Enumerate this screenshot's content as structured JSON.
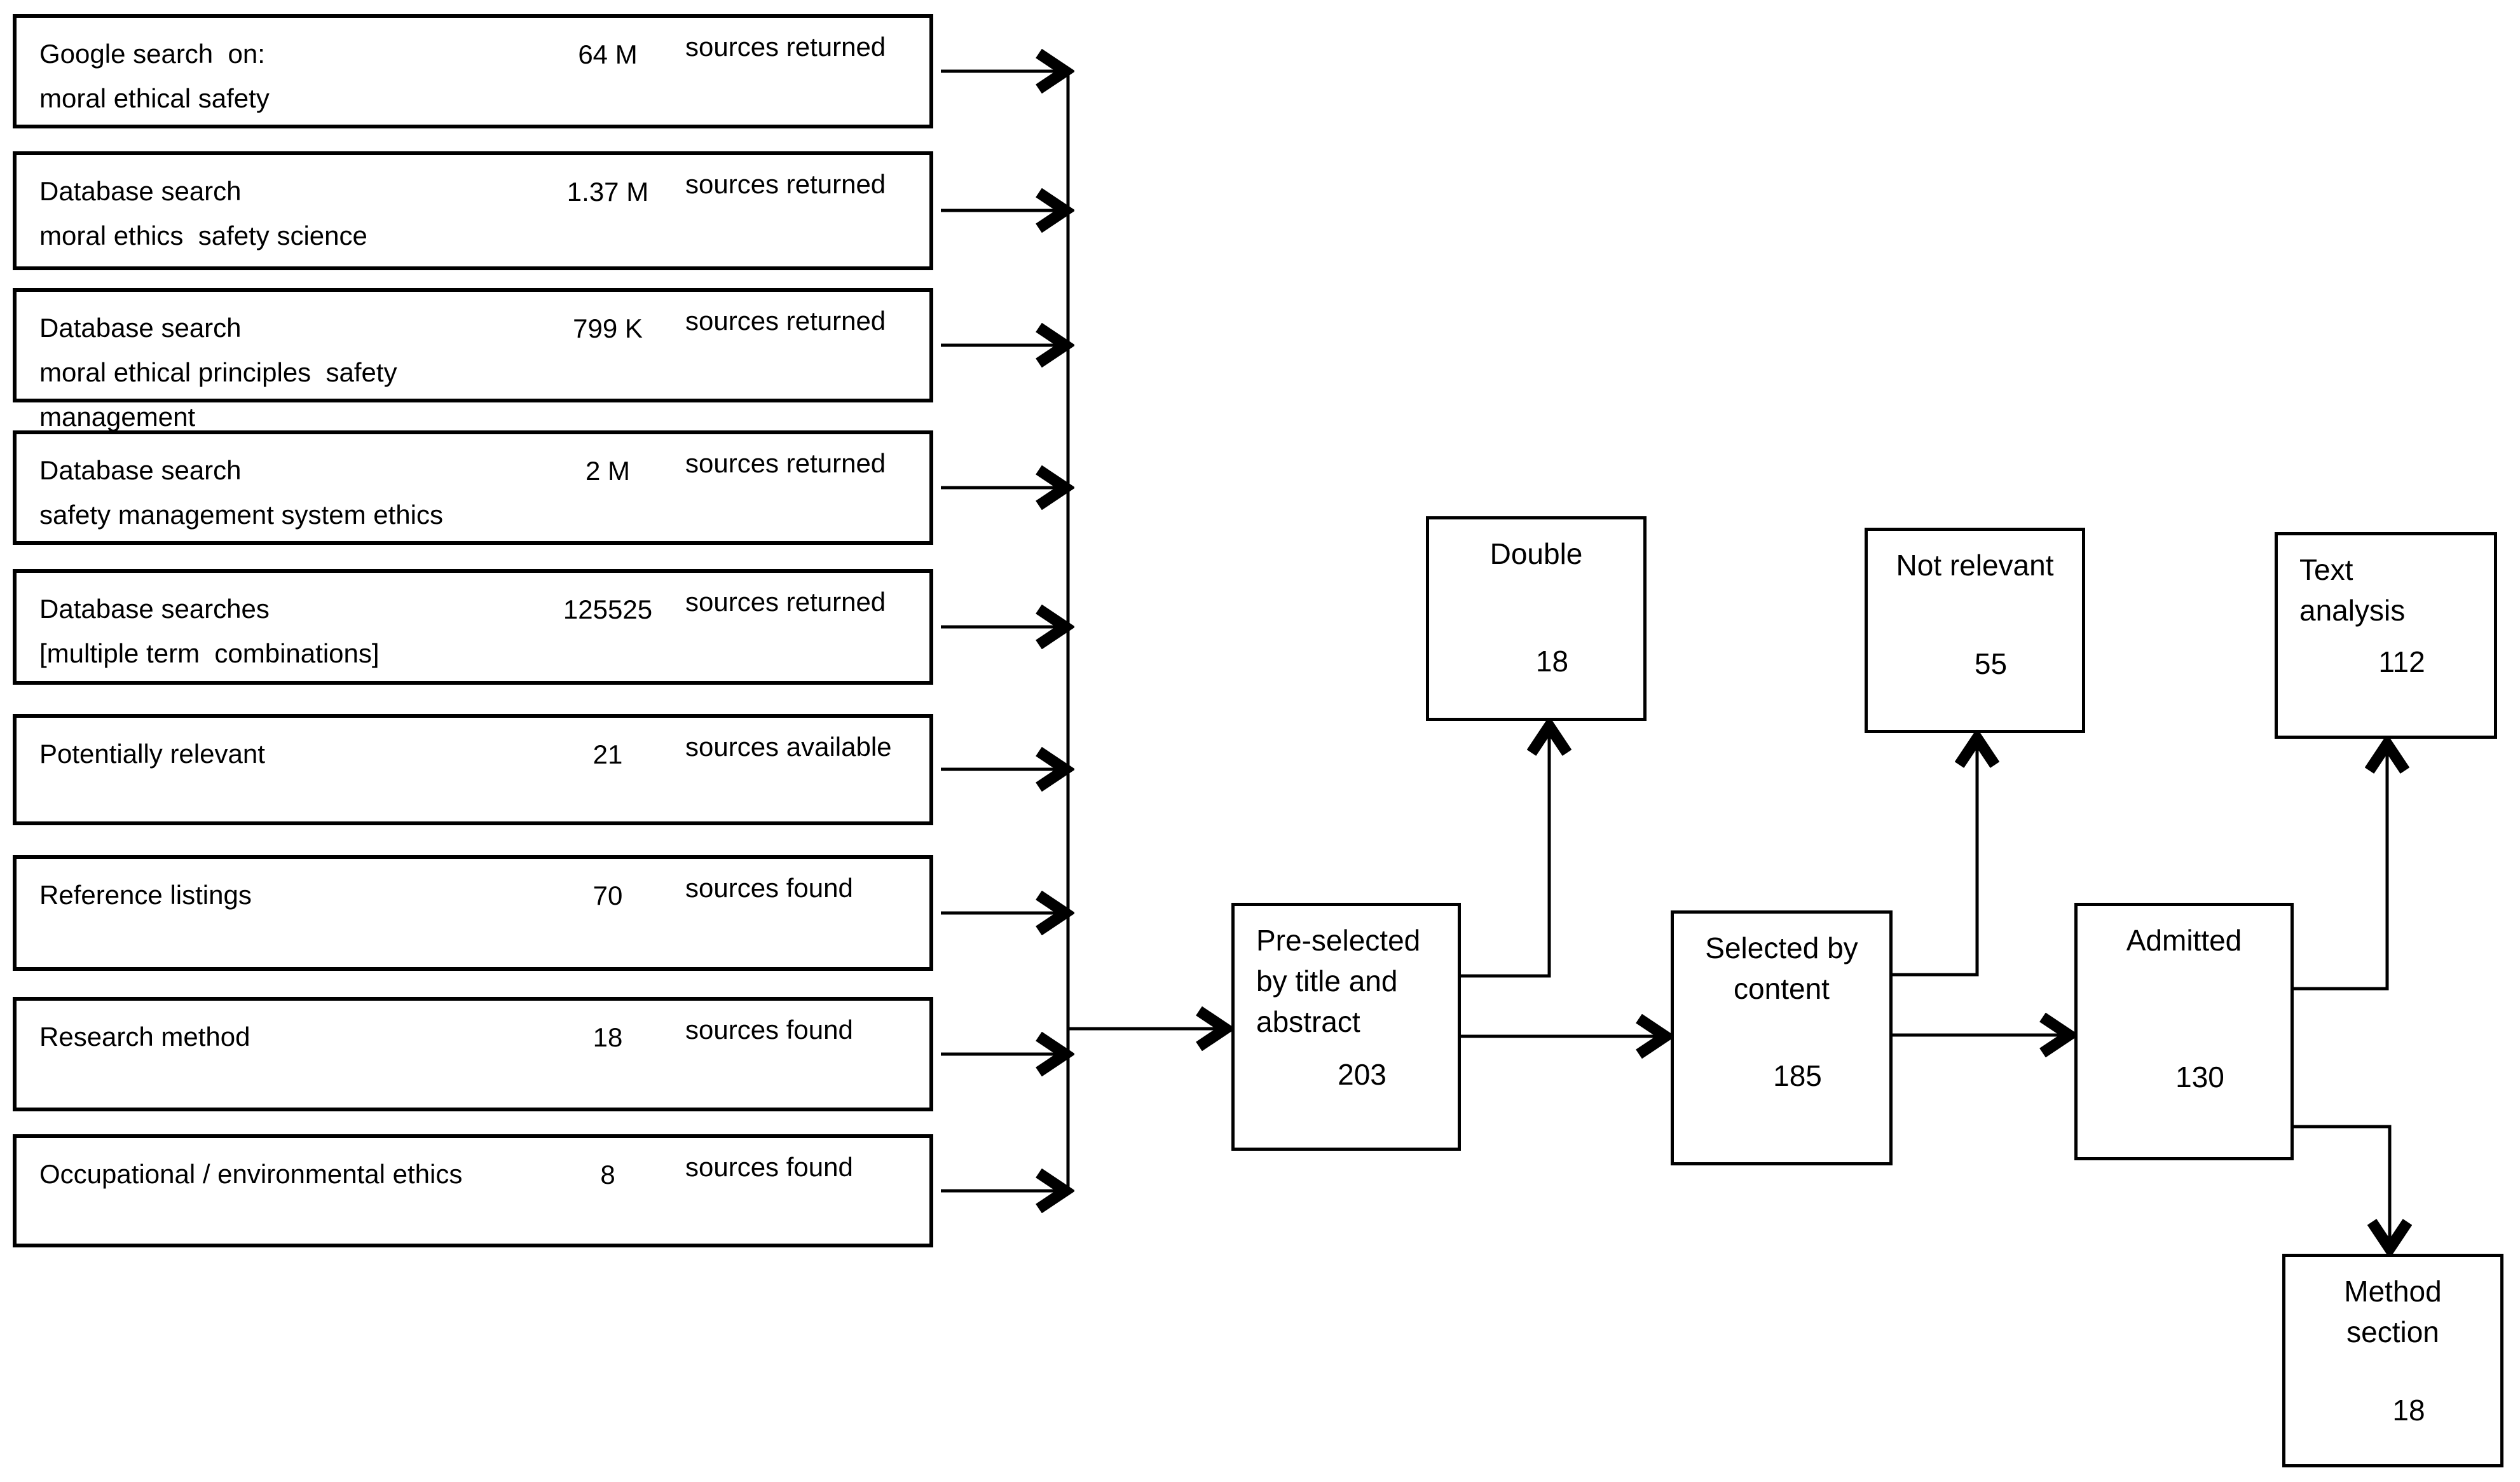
{
  "diagram": {
    "type": "flowchart",
    "colors": {
      "background": "#ffffff",
      "line": "#000000",
      "text": "#000000"
    },
    "search_boxes": [
      {
        "label": "Google search  on:\nmoral ethical safety",
        "count": "64 M",
        "suffix": "sources returned"
      },
      {
        "label": "Database search\nmoral ethics  safety science",
        "count": "1.37 M",
        "suffix": "sources returned"
      },
      {
        "label": "Database search\nmoral ethical principles  safety management",
        "count": "799 K",
        "suffix": "sources returned"
      },
      {
        "label": "Database search\nsafety management system ethics",
        "count": "2 M",
        "suffix": "sources returned"
      },
      {
        "label": "Database searches\n[multiple term  combinations]",
        "count": "125525",
        "suffix": "sources returned"
      },
      {
        "label": "Potentially relevant",
        "count": "21",
        "suffix": "sources available"
      },
      {
        "label": "Reference listings",
        "count": "70",
        "suffix": "sources found"
      },
      {
        "label": "Research method",
        "count": "18",
        "suffix": "sources found"
      },
      {
        "label": "Occupational / environmental ethics",
        "count": "8",
        "suffix": "sources found"
      }
    ],
    "flow_boxes": {
      "pre_selected": {
        "title": "Pre-selected\nby title and\nabstract",
        "count": "203"
      },
      "double": {
        "title": "Double",
        "count": "18"
      },
      "selected_by_content": {
        "title": "Selected by\ncontent",
        "count": "185"
      },
      "not_relevant": {
        "title": "Not relevant",
        "count": "55"
      },
      "admitted": {
        "title": "Admitted",
        "count": "130"
      },
      "text_analysis": {
        "title": "Text\nanalysis",
        "count": "112"
      },
      "method_section": {
        "title": "Method\nsection",
        "count": "18"
      }
    }
  }
}
